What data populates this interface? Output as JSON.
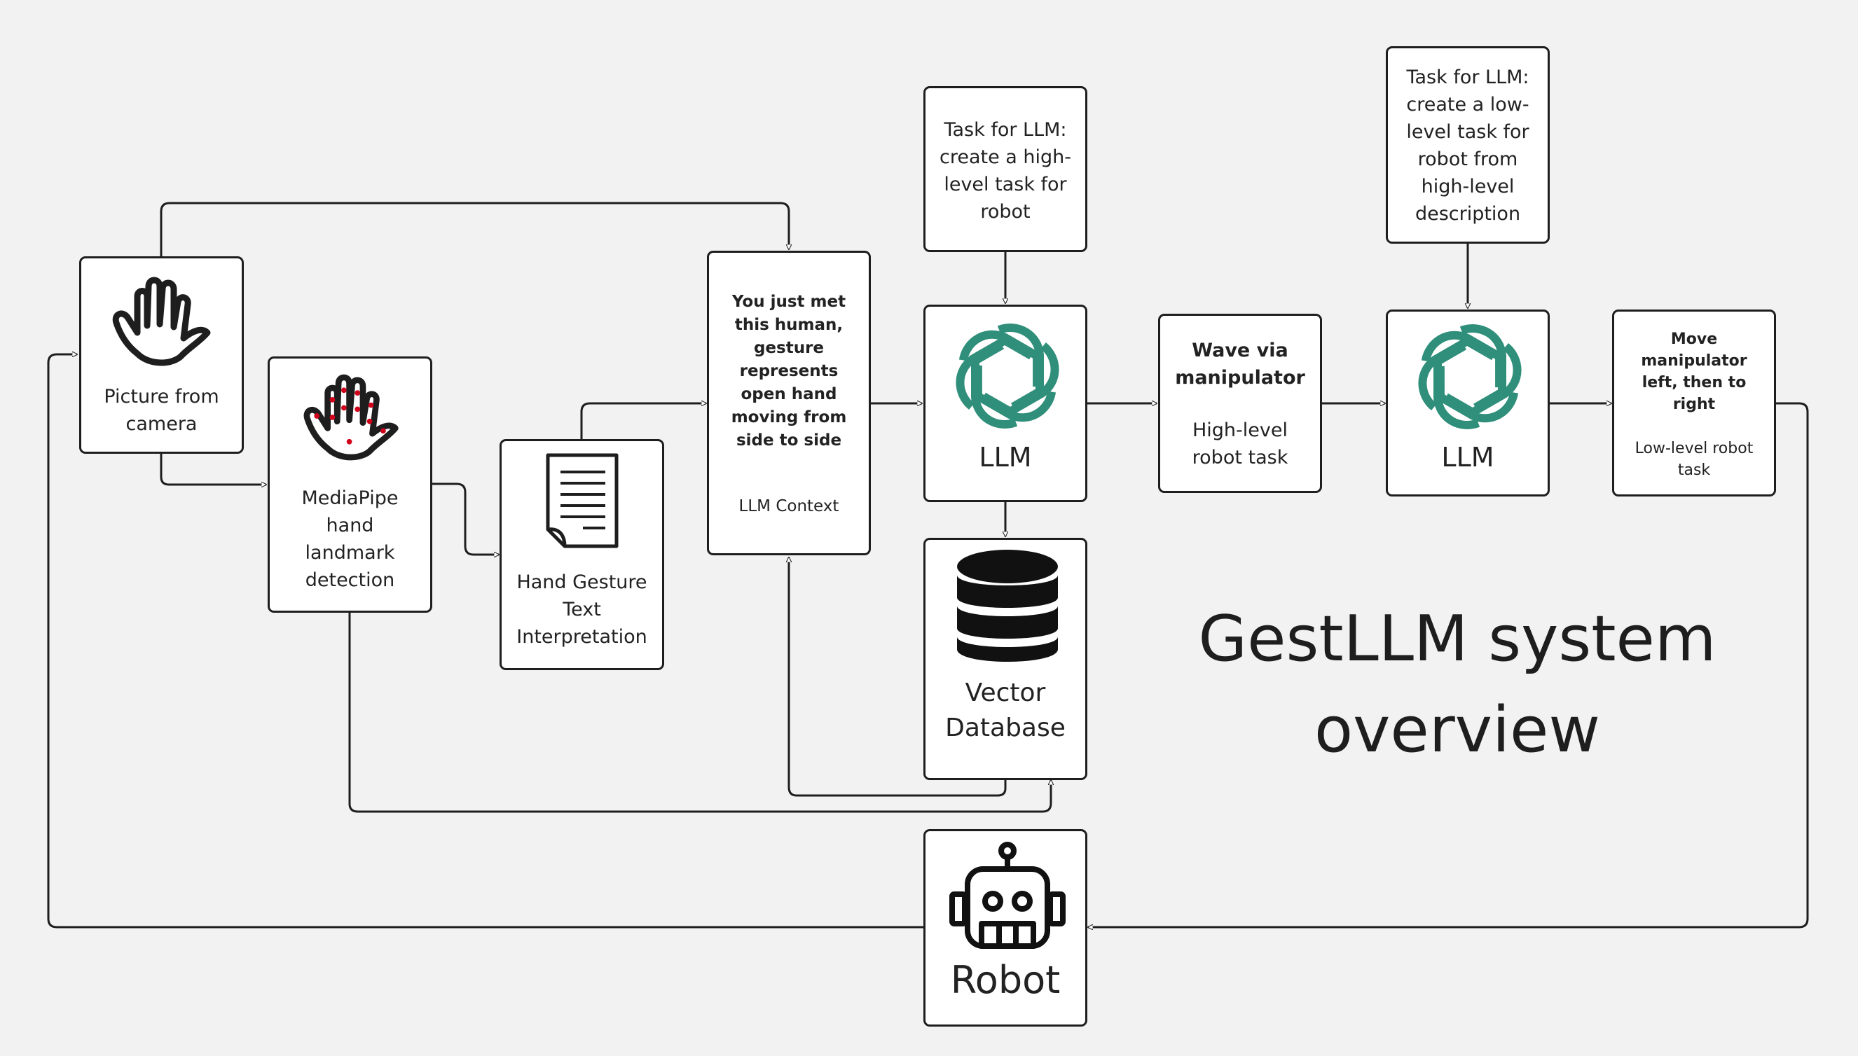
{
  "title": "GestLLM system\noverview",
  "nodes": {
    "camera": {
      "label": "Picture from\ncamera",
      "icon": "hand-icon"
    },
    "mediapipe": {
      "label": "MediaPipe\nhand\nlandmark\ndetection",
      "icon": "hand-landmarks-icon"
    },
    "gesture_text": {
      "label": "Hand Gesture\nText\nInterpretation",
      "icon": "document-icon"
    },
    "llm_context": {
      "prompt": "You just met\nthis human,\ngesture\nrepresents\nopen hand\nmoving from\nside to side",
      "label": "LLM Context"
    },
    "task_high": {
      "label": "Task for LLM:\ncreate a high-\nlevel task for\nrobot"
    },
    "llm_1": {
      "label": "LLM",
      "icon": "openai-logo-icon"
    },
    "vector_db": {
      "label": "Vector\nDatabase",
      "icon": "database-icon"
    },
    "high_task": {
      "title": "Wave via\nmanipulator",
      "label": "High-level\nrobot task"
    },
    "task_low": {
      "label": "Task for LLM:\ncreate a low-\nlevel task for\nrobot from\nhigh-level\ndescription"
    },
    "llm_2": {
      "label": "LLM",
      "icon": "openai-logo-icon"
    },
    "low_task": {
      "title": "Move\nmanipulator\nleft, then to\nright",
      "label": "Low-level robot\ntask"
    },
    "robot": {
      "label": "Robot",
      "icon": "robot-icon"
    }
  },
  "colors": {
    "stroke": "#1e1e1e",
    "openai_green": "#2f8f7a",
    "landmark_red": "#d0021b",
    "background": "#f2f2f2"
  }
}
